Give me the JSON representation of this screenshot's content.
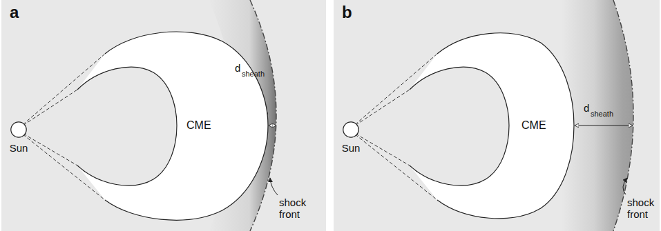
{
  "diagram": {
    "nodes": [
      {
        "text": [
          "a"
        ]
      },
      {
        "text": [
          "Sun"
        ],
        "in": 0
      },
      {
        "text": [
          "CME"
        ],
        "in": 0
      },
      {
        "text": [
          "b"
        ]
      },
      {
        "text": [
          "Sun"
        ],
        "in": 3
      },
      {
        "text": [
          "CME"
        ],
        "in": 3
      }
    ],
    "labels": [
      "d",
      "sheath",
      "shock front",
      "d",
      "sheath",
      "shock front"
    ]
  }
}
